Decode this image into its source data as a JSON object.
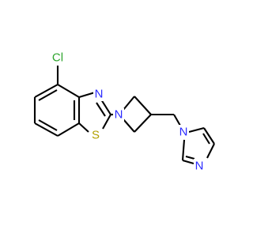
{
  "molecule": {
    "atoms": {
      "chlorine": {
        "symbol": "Cl",
        "color": "#2ea52e"
      },
      "thiazole_nitrogen": {
        "symbol": "N",
        "color": "#2a2aff"
      },
      "sulfur": {
        "symbol": "S",
        "color": "#b3a100"
      },
      "azetidine_nitrogen": {
        "symbol": "N",
        "color": "#2a2aff"
      },
      "imidazole_n1": {
        "symbol": "N",
        "color": "#2a2aff"
      },
      "imidazole_n3": {
        "symbol": "N",
        "color": "#2a2aff"
      }
    },
    "bond_color": "#000000",
    "background": "#ffffff"
  }
}
